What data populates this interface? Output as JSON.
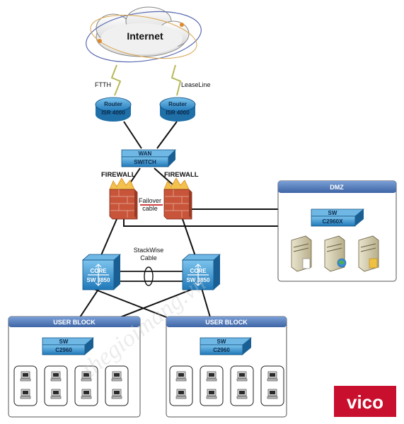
{
  "internet": {
    "label": "Internet"
  },
  "links": {
    "ftth": "FTTH",
    "leaseline": "LeaseLine",
    "failover": "Failover",
    "failover_2": "cable",
    "stackwise": "StackWise",
    "stackwise_2": "Cable"
  },
  "routers": [
    {
      "name": "Router",
      "model": "ISR 4000"
    },
    {
      "name": "Router",
      "model": "ISR 4000"
    }
  ],
  "wan_switch": {
    "line1": "WAN",
    "line2": "SWITCH"
  },
  "firewalls": [
    {
      "label": "FIREWALL"
    },
    {
      "label": "FIREWALL"
    }
  ],
  "dmz": {
    "title": "DMZ",
    "switch_name": "SW",
    "switch_model": "C2960X"
  },
  "core": [
    {
      "name": "CORE",
      "model": "SW 3850"
    },
    {
      "name": "CORE",
      "model": "SW 3850"
    }
  ],
  "user_blocks": [
    {
      "title": "USER BLOCK",
      "switch_name": "SW",
      "switch_model": "C2960"
    },
    {
      "title": "USER BLOCK",
      "switch_name": "SW",
      "switch_model": "C2960"
    }
  ],
  "watermark": "thegioimang.vn",
  "logo": "vico",
  "colors": {
    "device_blue": "#2f8fcf",
    "block_header": "#4f78b8",
    "firewall_red": "#c8553a",
    "logo_red": "#c8102e"
  }
}
